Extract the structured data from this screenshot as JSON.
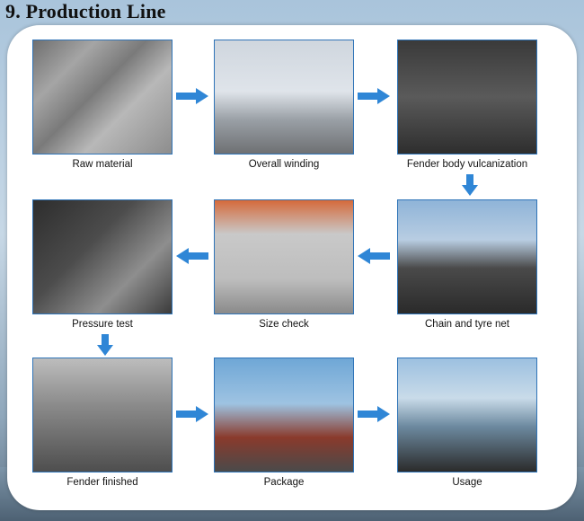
{
  "title": "9. Production Line",
  "steps": [
    {
      "caption": "Raw material"
    },
    {
      "caption": "Overall winding"
    },
    {
      "caption": "Fender body vulcanization"
    },
    {
      "caption": "Chain and tyre net"
    },
    {
      "caption": "Size check"
    },
    {
      "caption": "Pressure test"
    },
    {
      "caption": "Fender finished"
    },
    {
      "caption": "Package"
    },
    {
      "caption": "Usage"
    }
  ],
  "colors": {
    "arrow": "#2f86d6",
    "frame": "#2f74b8",
    "panel": "#ffffff"
  }
}
